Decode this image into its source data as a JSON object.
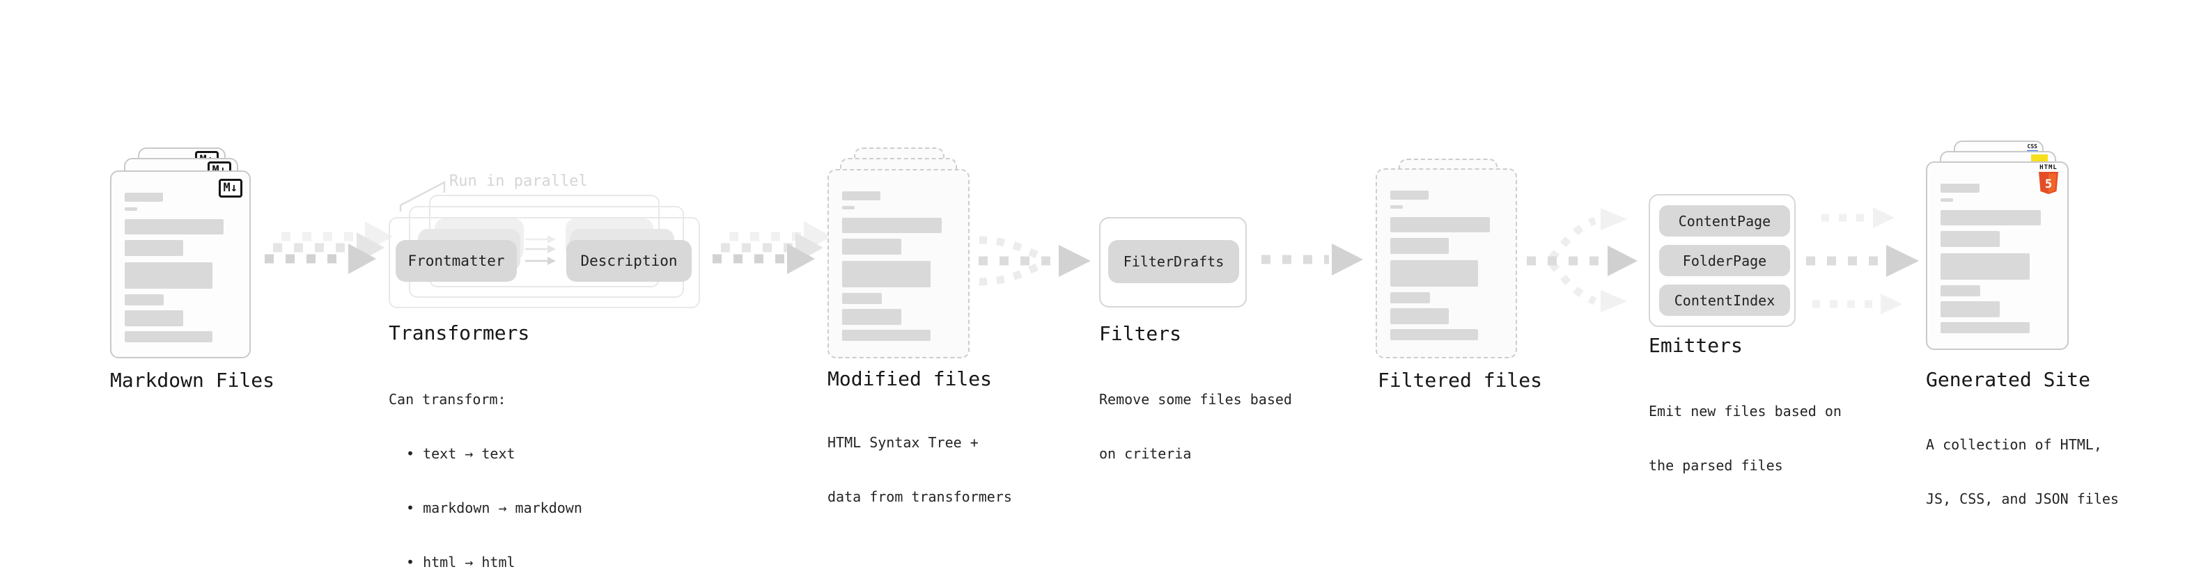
{
  "stages": {
    "markdown": {
      "label": "Markdown Files",
      "badge": "M↓"
    },
    "transformers": {
      "title": "Transformers",
      "callout": "Run in parallel",
      "pill_left": "Frontmatter",
      "pill_right": "Description",
      "body_title": "Can transform:",
      "bullets": [
        "• text → text",
        "• markdown → markdown",
        "• html → html"
      ]
    },
    "modified": {
      "title": "Modified files",
      "desc": [
        "HTML Syntax Tree +",
        "data from transformers"
      ]
    },
    "filters": {
      "title": "Filters",
      "pill": "FilterDrafts",
      "desc": [
        "Remove some files based",
        "on criteria"
      ]
    },
    "filtered": {
      "title": "Filtered files"
    },
    "emitters": {
      "title": "Emitters",
      "pills": [
        "ContentPage",
        "FolderPage",
        "ContentIndex"
      ],
      "desc": [
        "Emit new files based on",
        "the parsed files"
      ]
    },
    "generated": {
      "title": "Generated Site",
      "desc": [
        "A collection of HTML,",
        "JS, CSS, and JSON files"
      ],
      "badges": {
        "css": "CSS",
        "html_label": "HTML",
        "html_number": "5"
      }
    }
  },
  "colors": {
    "html5_orange": "#e44d26",
    "html5_orange_light": "#f16529",
    "js_yellow": "#f7df1e",
    "css_blue": "#2b6df0",
    "skeleton_gray": "#d9d9d9",
    "pill_gray": "#d8d8d8",
    "arrow_dark": "#d2d2d2",
    "arrow_light": "#f1f1f1"
  }
}
